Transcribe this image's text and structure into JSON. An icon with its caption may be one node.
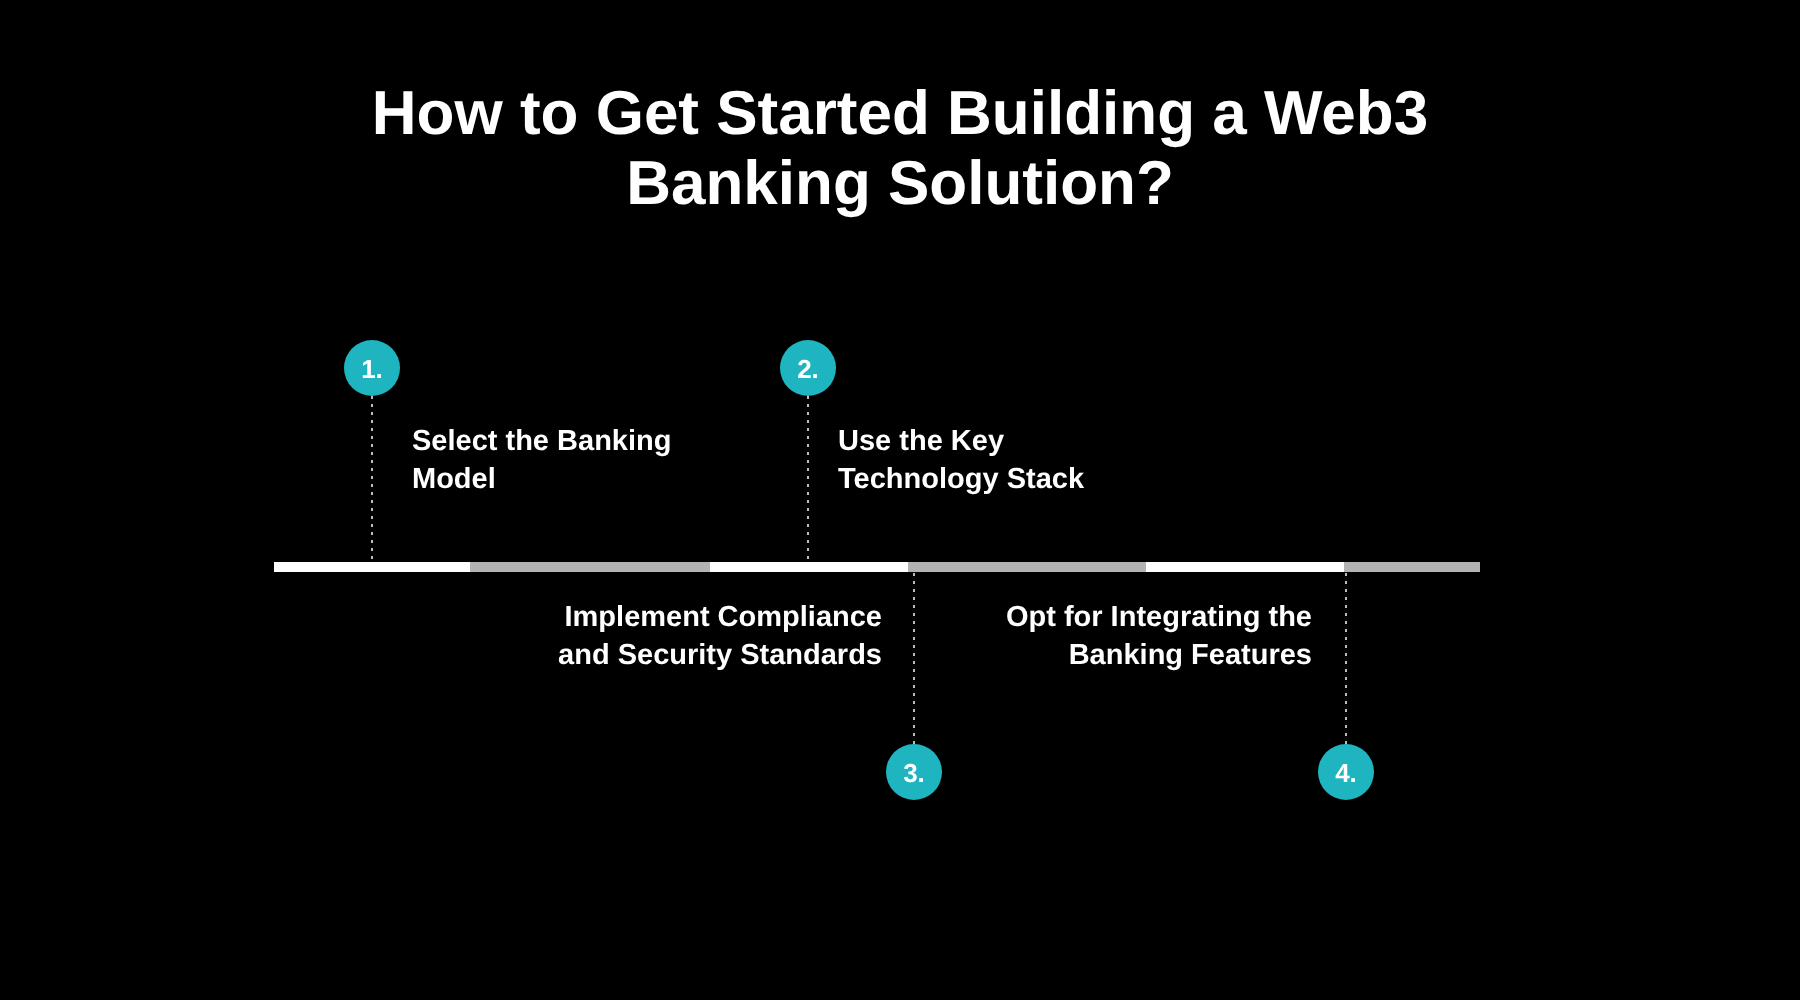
{
  "diagram": {
    "title": "How to Get Started Building a Web3 Banking Solution?",
    "nodes": [
      {
        "text": [
          "1."
        ]
      },
      {
        "text": [
          "2."
        ]
      },
      {
        "text": [],
        "shape": "bar"
      },
      {
        "text": [
          "3."
        ]
      },
      {
        "text": [
          "4."
        ]
      }
    ],
    "edges": [
      {
        "from": 0,
        "to": 2,
        "arrow": "none",
        "style": "dashed"
      },
      {
        "from": 1,
        "to": 2,
        "arrow": "none",
        "style": "dashed"
      },
      {
        "from": 3,
        "to": 2,
        "arrow": "none",
        "style": "dashed"
      },
      {
        "from": 4,
        "to": 2,
        "arrow": "none",
        "style": "dashed"
      }
    ],
    "labels": [
      "Select the Banking Model",
      "Use the Key Technology Stack",
      "Implement Compliance and Security Standards",
      "Opt for Integrating the Banking Features"
    ]
  }
}
